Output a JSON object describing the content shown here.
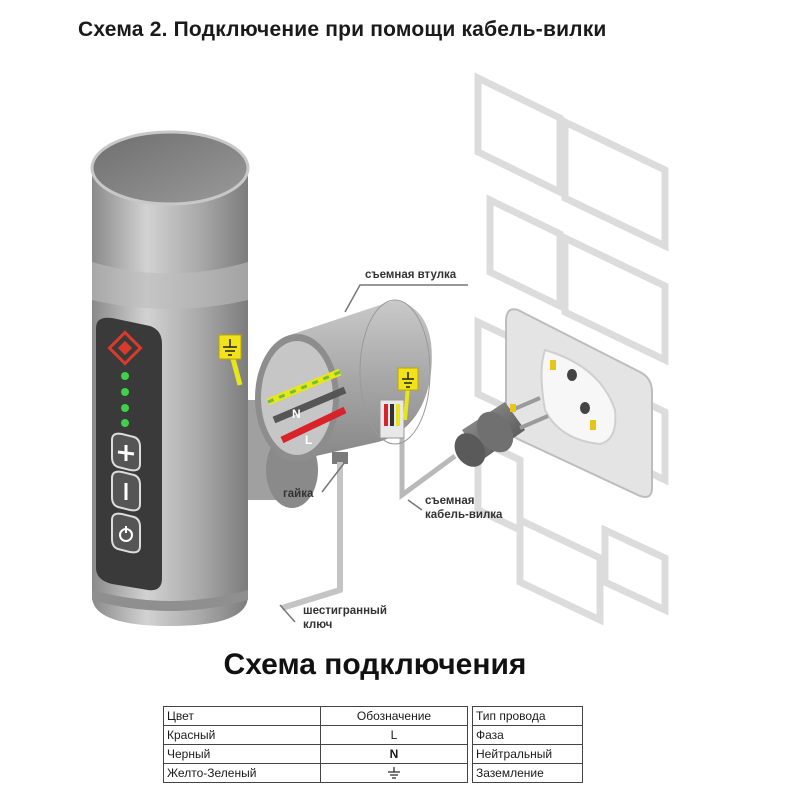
{
  "title": "Схема 2.  Подключение при помощи кабель-вилки",
  "callouts": {
    "sleeve": "съемная втулка",
    "nut": "гайка",
    "plug_line1": "съемная",
    "plug_line2": "кабель-вилка",
    "key_line1": "шестигранный",
    "key_line2": "ключ"
  },
  "wire_labels": {
    "neutral": "N",
    "phase": "L"
  },
  "subtitle": "Схема подключения",
  "legend": {
    "headers": [
      "Цвет",
      "Обозначение",
      "Тип провода"
    ],
    "rows": [
      {
        "color": "Красный",
        "symbol": "L",
        "type": "Фаза"
      },
      {
        "color": "Черный",
        "symbol": "N",
        "type": "Нейтральный"
      },
      {
        "color": "Желто-Зеленый",
        "symbol": "",
        "symbol_icon": "ground-icon",
        "type": "Заземление"
      }
    ]
  },
  "colors": {
    "phase": "#d8232a",
    "neutral": "#333333",
    "ground_yellow": "#e6e619",
    "ground_green": "#6fbf3a",
    "body_grey": "#a3a3a3",
    "panel_dark": "#3c3c3c",
    "led_green": "#3fd14a",
    "logo_red": "#d93a2b"
  },
  "panel_icons": [
    "logo-icon",
    "led-indicators",
    "plus-icon",
    "minus-icon",
    "power-icon"
  ]
}
